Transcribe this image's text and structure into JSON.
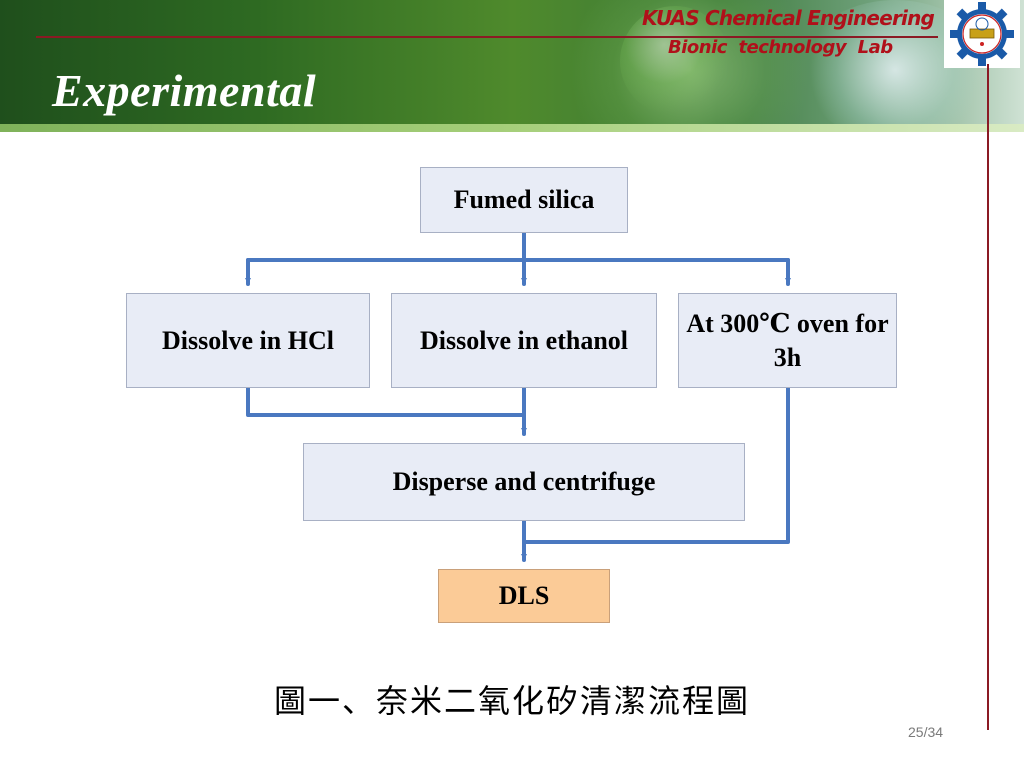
{
  "header": {
    "title": "Experimental",
    "org_line1": "KUAS Chemical Engineering",
    "org_line2": "Bionic  technology  Lab"
  },
  "flowchart": {
    "start": "Fumed silica",
    "step_hcl": "Dissolve in HCl",
    "step_ethanol": "Dissolve in ethanol",
    "step_oven": "At 300℃  oven for 3h",
    "step_disperse": "Disperse and centrifuge",
    "result": "DLS"
  },
  "caption": "圖一、奈米二氧化矽清潔流程圖",
  "page_number": "25/34",
  "colors": {
    "arrow": "#4a78c0",
    "box_fill": "#e8ecf6",
    "result_fill": "#fbcb97",
    "accent_red": "#b0101a"
  },
  "icons": {
    "logo": "kuas-seal-icon"
  }
}
